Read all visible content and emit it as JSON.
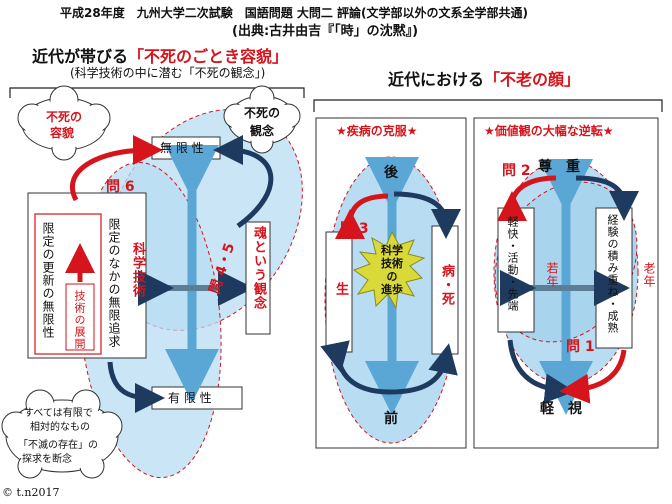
{
  "header": {
    "line1": "平成28年度　九州大学二次試験　国語問題 大問二 評論(文学部以外の文系全学部共通)",
    "line2": "(出典:古井由吉『「時」の沈黙』)"
  },
  "left": {
    "title_pre": "近代が帯びる",
    "title_red": "「不死のごとき容貌」",
    "subtitle": "(科学技術の中に潜む「不死の観念」)",
    "cloud_left": [
      "不死の",
      "容貌"
    ],
    "cloud_right": [
      "不死の",
      "観念"
    ],
    "mugen": "無 限 性",
    "yugen": "有 限 性",
    "q6": "問 6",
    "q45": "問 4・5",
    "kagaku": "科学技術",
    "tamashii": "魂という観念",
    "box_text1": "限定のなかの無限追求",
    "box_text2": "限定の更新の無限性",
    "box_inner": "技術の展開",
    "cloud_bottom": [
      "すべては有限で",
      "相対的なもの",
      "「不滅の存在」の",
      "探求を断念"
    ]
  },
  "right": {
    "title_pre": "近代における",
    "title_red": "「不老の顔」",
    "panel1": {
      "title": "★疾病の克服★",
      "top": "後",
      "bottom": "前",
      "left": "生",
      "right": "病・死",
      "q3": "問 3",
      "center": [
        "科学",
        "技術",
        "の",
        "進歩"
      ]
    },
    "panel2": {
      "title": "★価値観の大幅な逆転★",
      "top": "尊　重",
      "bottom": "軽　視",
      "q2": "問 2",
      "q1": "問 1",
      "left_box": "軽快・活動・先端",
      "left_label": "若年",
      "right_box": "経験の積み重ね・成熟",
      "right_label": "老年"
    }
  },
  "footer": {
    "copyright": "© t.n2017"
  }
}
